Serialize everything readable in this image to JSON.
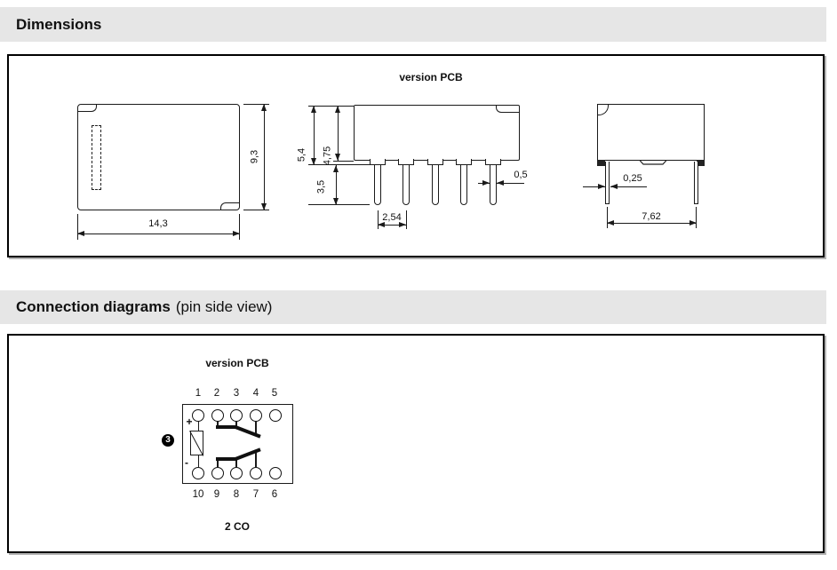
{
  "sections": [
    {
      "title": "Dimensions",
      "subtitle": ""
    },
    {
      "title": "Connection diagrams",
      "subtitle": "(pin side view)"
    }
  ],
  "dims": {
    "top": {
      "width": "14,3",
      "height": "9,3"
    },
    "front": {
      "title": "version PCB",
      "total_height": "5,4",
      "body_height": "4,75",
      "pin_length": "3,5",
      "pin_pitch": "2,54",
      "pin_width": "0,5"
    },
    "side": {
      "pin_thickness": "0,25",
      "pin_spacing": "7,62"
    }
  },
  "conn": {
    "title": "version PCB",
    "top_pins": [
      "1",
      "2",
      "3",
      "4",
      "5"
    ],
    "bottom_pins": [
      "10",
      "9",
      "8",
      "7",
      "6"
    ],
    "plus": "+",
    "minus": "-",
    "note": "3",
    "caption": "2 CO"
  }
}
